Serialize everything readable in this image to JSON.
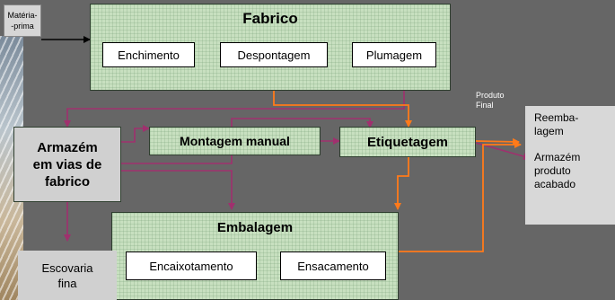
{
  "inputs": {
    "materia_prima": "Matéria-\n-prima"
  },
  "fabrico": {
    "title": "Fabrico",
    "steps": [
      "Enchimento",
      "Despontagem",
      "Plumagem"
    ]
  },
  "armazem_vias": "Armazém\nem vias de\nfabrico",
  "montagem": "Montagem manual",
  "etiquetagem": "Etiquetagem",
  "embalagem": {
    "title": "Embalagem",
    "steps": [
      "Encaixotamento",
      "Ensacamento"
    ]
  },
  "escovaria": "Escovaria\nfina",
  "produto_final": "Produto\nFinal",
  "destino": {
    "reembalagem": "Reemba-\nlagem",
    "armazem_produto": "Armazém\nproduto\nacabado"
  },
  "colors": {
    "background": "#666666",
    "green": "#c8e0c0",
    "gray": "#d0d0d0",
    "arrow_black": "#000000",
    "arrow_purple": "#a0306e",
    "arrow_orange": "#ff7a1a"
  }
}
